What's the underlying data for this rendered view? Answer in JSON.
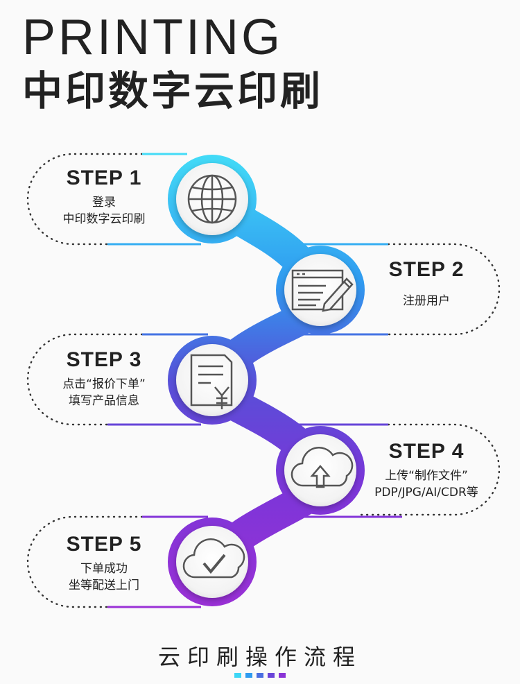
{
  "header": {
    "title_en": "PRINTING",
    "title_cn": "中印数字云印刷"
  },
  "steps": [
    {
      "label": "STEP 1",
      "lines": [
        "登录",
        "中印数字云印刷"
      ],
      "icon": "globe-icon"
    },
    {
      "label": "STEP 2",
      "lines": [
        "注册用户"
      ],
      "icon": "form-edit-icon"
    },
    {
      "label": "STEP 3",
      "lines": [
        "点击“报价下单”",
        "填写产品信息"
      ],
      "icon": "invoice-yen-icon"
    },
    {
      "label": "STEP 4",
      "lines": [
        "上传“制作文件”",
        "PDP/JPG/AI/CDR等"
      ],
      "icon": "cloud-upload-icon"
    },
    {
      "label": "STEP 5",
      "lines": [
        "下单成功",
        "坐等配送上门"
      ],
      "icon": "cloud-check-icon"
    }
  ],
  "footer": {
    "title": "云印刷操作流程"
  },
  "colors": {
    "cyan": "#3dd6f5",
    "blue": "#2f86ea",
    "indigo": "#5b4fd6",
    "violet": "#7a36d8",
    "purple": "#9a2fd6",
    "text": "#222222",
    "dots": [
      "#3dd6f5",
      "#2f9bf0",
      "#4a6ee0",
      "#6a44d8",
      "#8a34d6"
    ]
  }
}
